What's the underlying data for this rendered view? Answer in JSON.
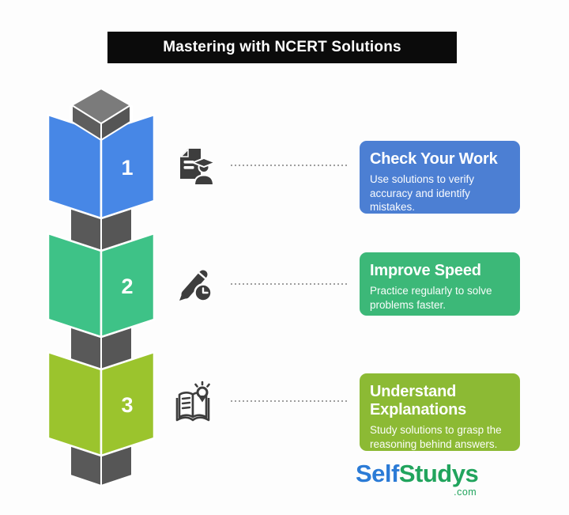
{
  "title": "Mastering with NCERT Solutions",
  "title_bar": {
    "bg": "#0b0b0b",
    "text_color": "#ffffff"
  },
  "steps": [
    {
      "number": "1",
      "icon": "document-graduate-icon",
      "title": "Check Your Work",
      "description": "Use solutions to verify accuracy and identify mistakes.",
      "card_color": "#4c7fd3",
      "cube_color": "#4787e6"
    },
    {
      "number": "2",
      "icon": "pen-clock-icon",
      "title": "Improve Speed",
      "description": "Practice regularly to solve problems faster.",
      "card_color": "#3cb878",
      "cube_color": "#3ec287"
    },
    {
      "number": "3",
      "icon": "book-lightbulb-icon",
      "title": "Understand Explanations",
      "description": "Study solutions to grasp the reasoning behind answers.",
      "card_color": "#8cba34",
      "cube_color": "#9bc42d"
    }
  ],
  "tower": {
    "connector_color": "#595959",
    "connector_color_right": "#565656",
    "top_face_color": "#7b7b7b",
    "side_color": "#5e5e5e",
    "right_side_color": "#555555",
    "icon_color": "#3d3d3d",
    "dot_color": "#9e9e9e"
  },
  "logo": {
    "part1": "Self",
    "part2": "Studys",
    "suffix": ".com",
    "part1_color": "#2b7bd6",
    "part2_color": "#21a45d"
  }
}
